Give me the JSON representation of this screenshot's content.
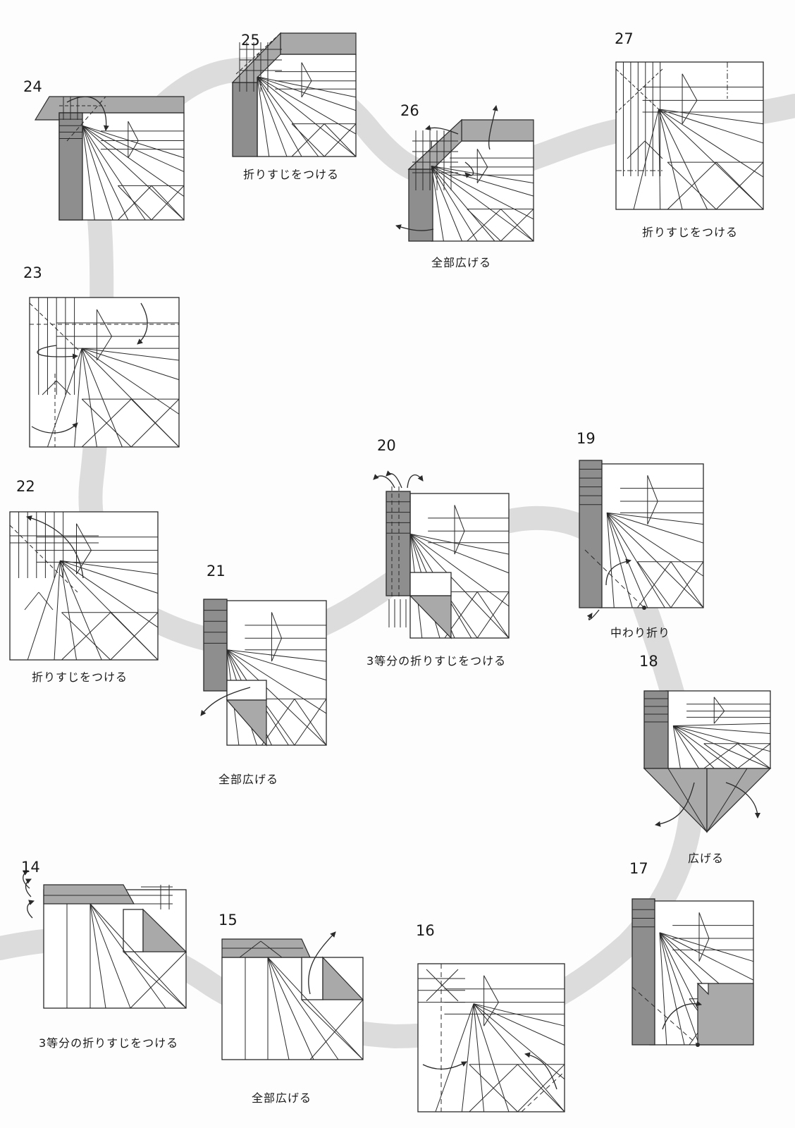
{
  "steps": [
    {
      "number": "14",
      "caption": "3等分の折りすじをつける"
    },
    {
      "number": "15",
      "caption": "全部広げる"
    },
    {
      "number": "16",
      "caption": ""
    },
    {
      "number": "17",
      "caption": ""
    },
    {
      "number": "18",
      "caption": "広げる"
    },
    {
      "number": "19",
      "caption": "中わり折り"
    },
    {
      "number": "20",
      "caption": "3等分の折りすじをつける"
    },
    {
      "number": "21",
      "caption": "全部広げる"
    },
    {
      "number": "22",
      "caption": "折りすじをつける"
    },
    {
      "number": "23",
      "caption": ""
    },
    {
      "number": "24",
      "caption": ""
    },
    {
      "number": "25",
      "caption": "折りすじをつける"
    },
    {
      "number": "26",
      "caption": "全部広げる"
    },
    {
      "number": "27",
      "caption": "折りすじをつける"
    }
  ],
  "colors": {
    "paper": "#ffffff",
    "line": "#2a2a2a",
    "shade": "#a9a9a9",
    "dark_shade": "#8e8e8e",
    "path_band": "#dcdcdc"
  }
}
